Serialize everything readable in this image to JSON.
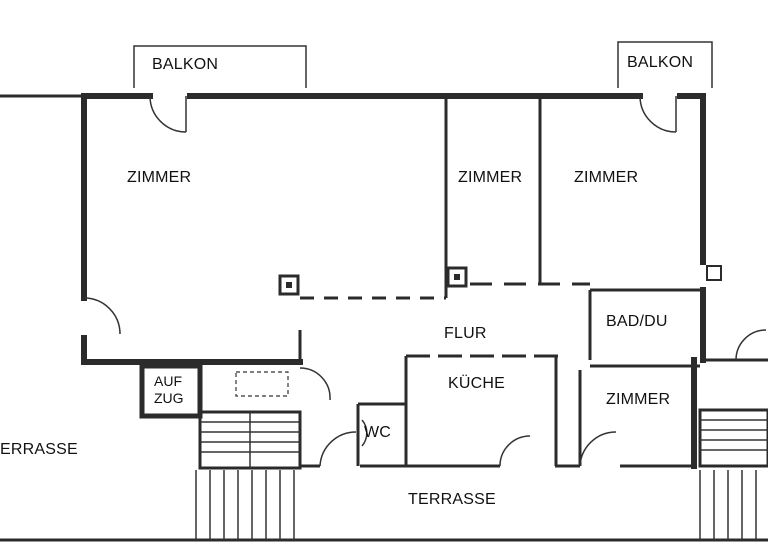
{
  "labels": {
    "balkon_left": "BALKON",
    "balkon_right": "BALKON",
    "zimmer_large": "ZIMMER",
    "zimmer_mid": "ZIMMER",
    "zimmer_right": "ZIMMER",
    "flur": "FLUR",
    "bad": "BAD/DU",
    "kueche": "KÜCHE",
    "zimmer_small": "ZIMMER",
    "aufzug_1": "AUF",
    "aufzug_2": "ZUG",
    "wc": "WC",
    "terrasse_left": "ERRASSE",
    "terrasse_bottom": "TERRASSE"
  }
}
